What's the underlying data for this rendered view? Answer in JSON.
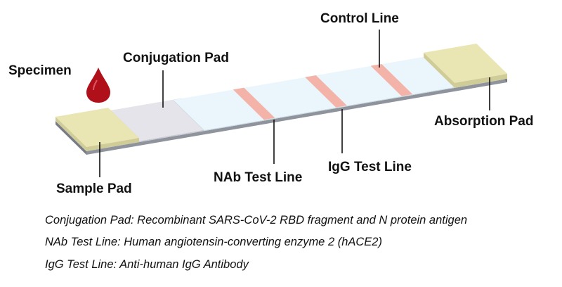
{
  "labels": {
    "specimen": "Specimen",
    "conjugation_pad": "Conjugation Pad",
    "control_line": "Control Line",
    "absorption_pad": "Absorption Pad",
    "sample_pad": "Sample Pad",
    "nab_test_line": "NAb Test Line",
    "igg_test_line": "IgG Test Line"
  },
  "captions": [
    "Conjugation Pad: Recombinant SARS-CoV-2 RBD fragment and N  protein antigen",
    "NAb Test Line: Human angiotensin-converting enzyme 2 (hACE2)",
    "IgG Test Line: Anti-human IgG Antibody"
  ],
  "colors": {
    "pad": "#e9e6b4",
    "conjugation": "#e4e4ea",
    "membrane": "#eaf6fb",
    "test_line": "#f4b3a8",
    "base": "#8e939c",
    "blood": "#b0101a"
  }
}
